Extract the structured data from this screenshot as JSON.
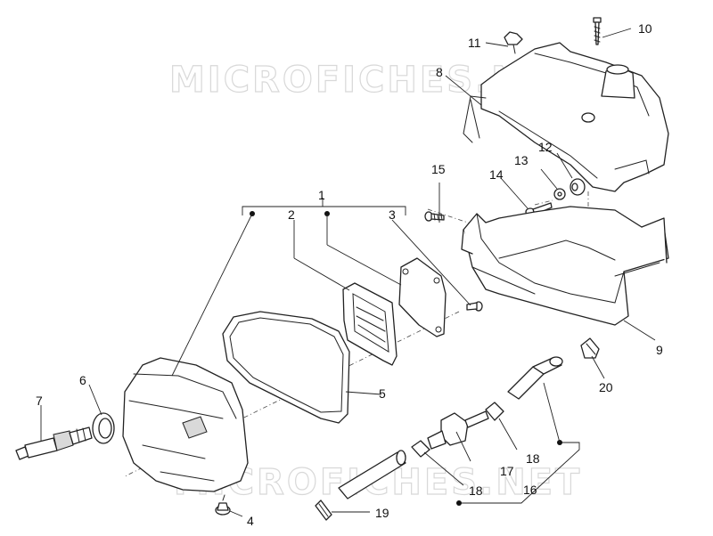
{
  "watermark": "MICROFICHES.NET",
  "callouts": [
    "1",
    "2",
    "3",
    "4",
    "5",
    "6",
    "7",
    "8",
    "9",
    "10",
    "11",
    "12",
    "13",
    "14",
    "15",
    "16",
    "17",
    "18",
    "18",
    "19",
    "20"
  ]
}
